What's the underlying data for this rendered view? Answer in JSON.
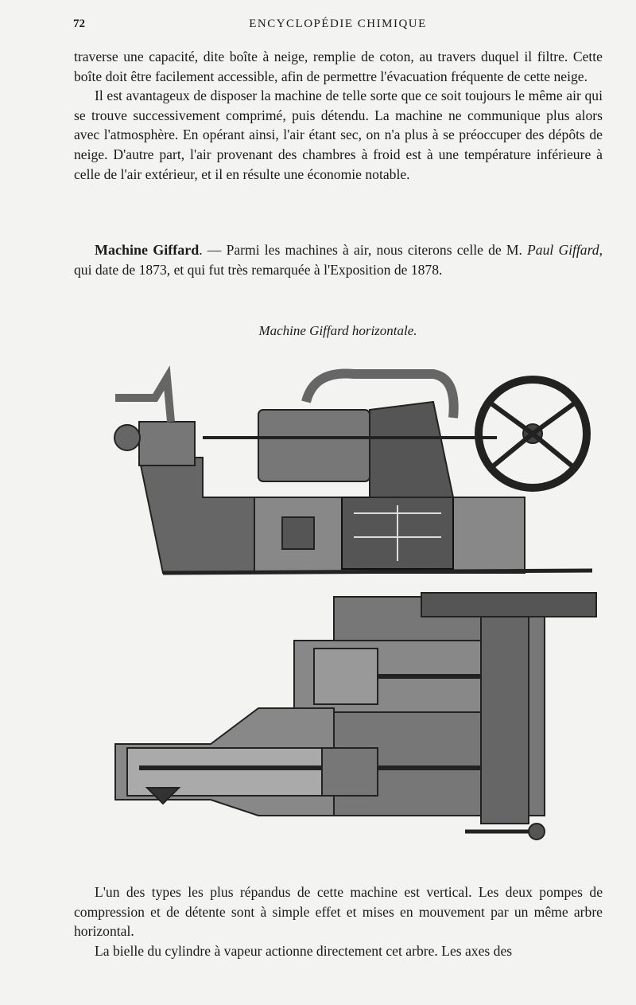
{
  "header": {
    "page_number": "72",
    "running_title": "ENCYCLOPÉDIE CHIMIQUE"
  },
  "paragraphs_top": [
    "traverse une capacité, dite boîte à neige, remplie de coton, au travers duquel il filtre. Cette boîte doit être facilement accessible, afin de permettre l'évacuation fréquente de cette neige.",
    "Il est avantageux de disposer la machine de telle sorte que ce soit toujours le même air qui se trouve successivement comprimé, puis détendu. La machine ne communique plus alors avec l'atmosphère. En opérant ainsi, l'air étant sec, on n'a plus à se préoccuper des dépôts de neige. D'autre part, l'air provenant des chambres à froid est à une température inférieure à celle de l'air extérieur, et il en résulte une économie notable."
  ],
  "section": {
    "heading": "Machine Giffard",
    "text_a": ". — Parmi les machines à air, nous citerons celle de M. ",
    "name": "Paul Giffard",
    "text_b": ", qui date de 1873, et qui fut très remarquée à l'Exposition de 1878."
  },
  "figure": {
    "caption": "Machine Giffard horizontale."
  },
  "paragraphs_bottom": [
    "L'un des types les plus répandus de cette machine est vertical. Les deux pompes de compression et de détente sont à simple effet et mises en mouvement par un même arbre horizontal.",
    "La bielle du cylindre à vapeur actionne directement cet arbre. Les axes des"
  ]
}
